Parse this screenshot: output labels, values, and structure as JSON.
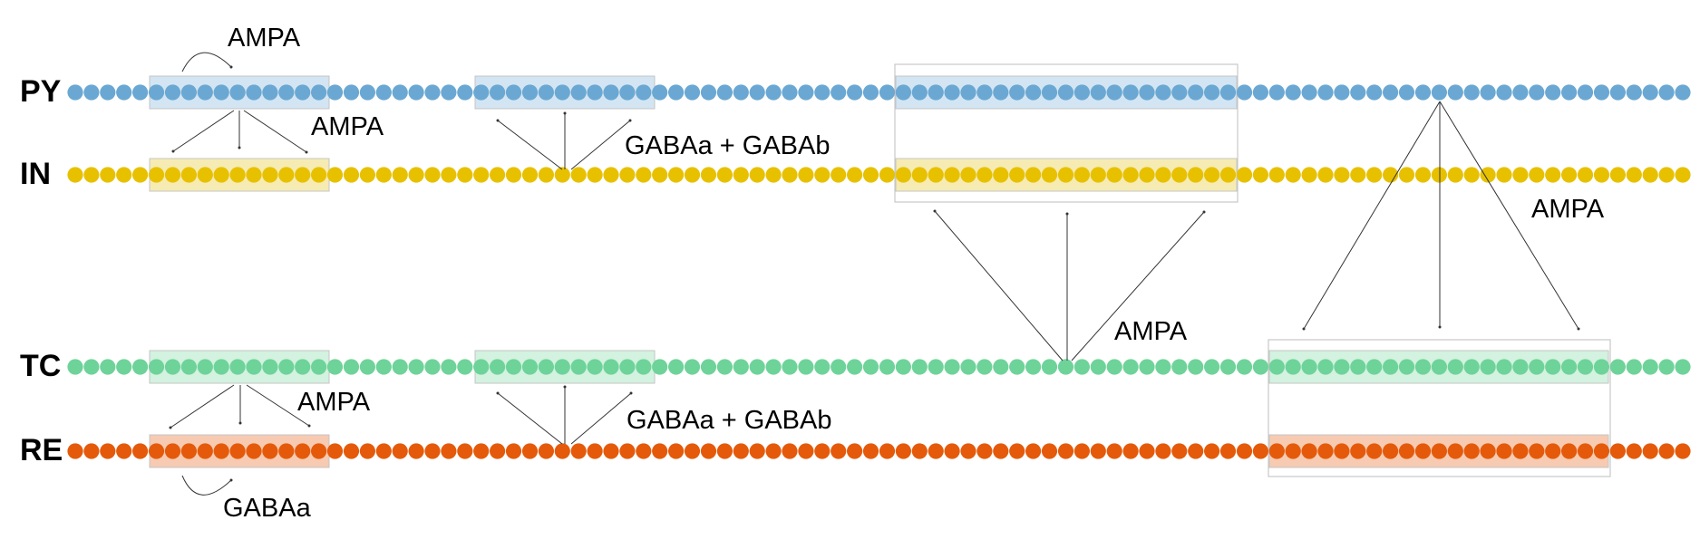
{
  "diagram": {
    "title": "Thalamocortical network connectivity",
    "neurons_per_population": 100,
    "populations": [
      {
        "id": "PY",
        "label": "PY",
        "color": "#6aa8d3",
        "band_color": "#d3e5f3"
      },
      {
        "id": "IN",
        "label": "IN",
        "color": "#e7c100",
        "band_color": "#f6ebb3"
      },
      {
        "id": "TC",
        "label": "TC",
        "color": "#6ed399",
        "band_color": "#d3f2e0"
      },
      {
        "id": "RE",
        "label": "RE",
        "color": "#e45a0a",
        "band_color": "#f7cab2"
      }
    ],
    "connections": [
      {
        "from": "PY",
        "to": "PY",
        "receptor": "AMPA",
        "label": "AMPA"
      },
      {
        "from": "PY",
        "to": "IN",
        "receptor": "AMPA",
        "label": "AMPA"
      },
      {
        "from": "IN",
        "to": "PY",
        "receptor": "GABAa + GABAb",
        "label": "GABAa + GABAb"
      },
      {
        "from": "TC",
        "to": "PY/IN",
        "receptor": "AMPA",
        "label": "AMPA"
      },
      {
        "from": "PY",
        "to": "TC/RE",
        "receptor": "AMPA",
        "label": "AMPA"
      },
      {
        "from": "TC",
        "to": "RE",
        "receptor": "AMPA",
        "label": "AMPA"
      },
      {
        "from": "RE",
        "to": "TC",
        "receptor": "GABAa + GABAb",
        "label": "GABAa + GABAb"
      },
      {
        "from": "RE",
        "to": "RE",
        "receptor": "GABAa",
        "label": "GABAa"
      }
    ]
  }
}
